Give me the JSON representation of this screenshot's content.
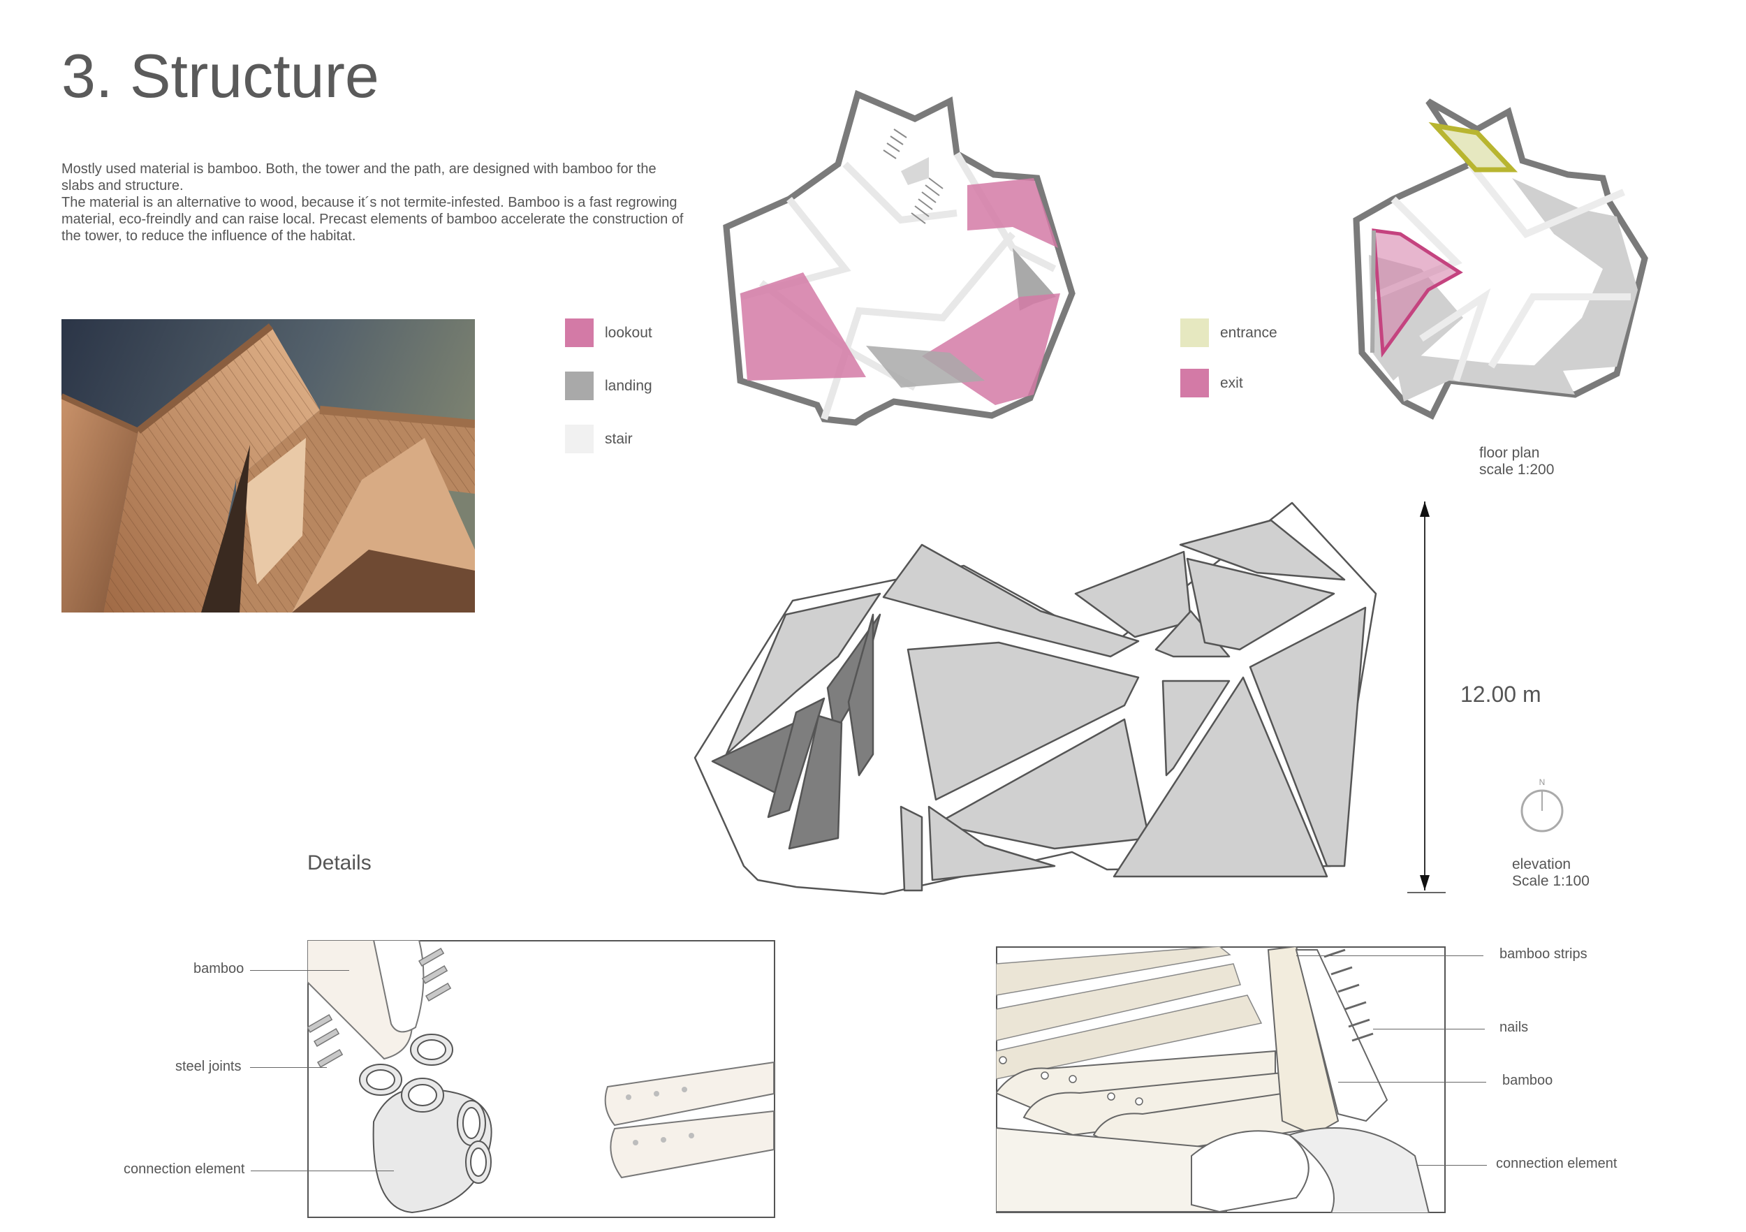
{
  "page": {
    "title": "3. Structure",
    "intro_lines": [
      "Mostly used material is bamboo. Both, the tower and the path, are designed with bamboo for the slabs and structure.",
      "The material is an alternative to wood, because it´s not termite-infested. Bamboo is a fast regrowing material, eco-freindly and can raise local. Precast elements of bamboo accelerate the construction of the tower, to reduce the influence of the habitat."
    ]
  },
  "legend_levels": [
    {
      "label": "lookout",
      "color": "#d37aa6"
    },
    {
      "label": "landing",
      "color": "#a9a9a9"
    },
    {
      "label": "stair",
      "color": "#f1f1f1"
    }
  ],
  "legend_access": [
    {
      "label": "entrance",
      "color": "#e6e8c0"
    },
    {
      "label": "exit",
      "color": "#d37aa6"
    }
  ],
  "floor_plan": {
    "caption_1": "floor plan",
    "caption_2": "scale 1:200"
  },
  "elevation": {
    "height_label": "12.00 m",
    "north": "N",
    "caption_1": "elevation",
    "caption_2": "Scale 1:100"
  },
  "details": {
    "heading": "Details",
    "left_labels": {
      "bamboo": "bamboo",
      "steel_joints": "steel joints",
      "connection": "connection element"
    },
    "right_labels": {
      "strips": "bamboo strips",
      "nails": "nails",
      "bamboo": "bamboo",
      "connection": "connection element"
    }
  },
  "colors": {
    "lookout": "#d37aa6",
    "landing": "#a9a9a9",
    "stair": "#f1f1f1",
    "entrance": "#e6e8c0",
    "exit": "#d37aa6",
    "outline": "#7a7a7a"
  }
}
